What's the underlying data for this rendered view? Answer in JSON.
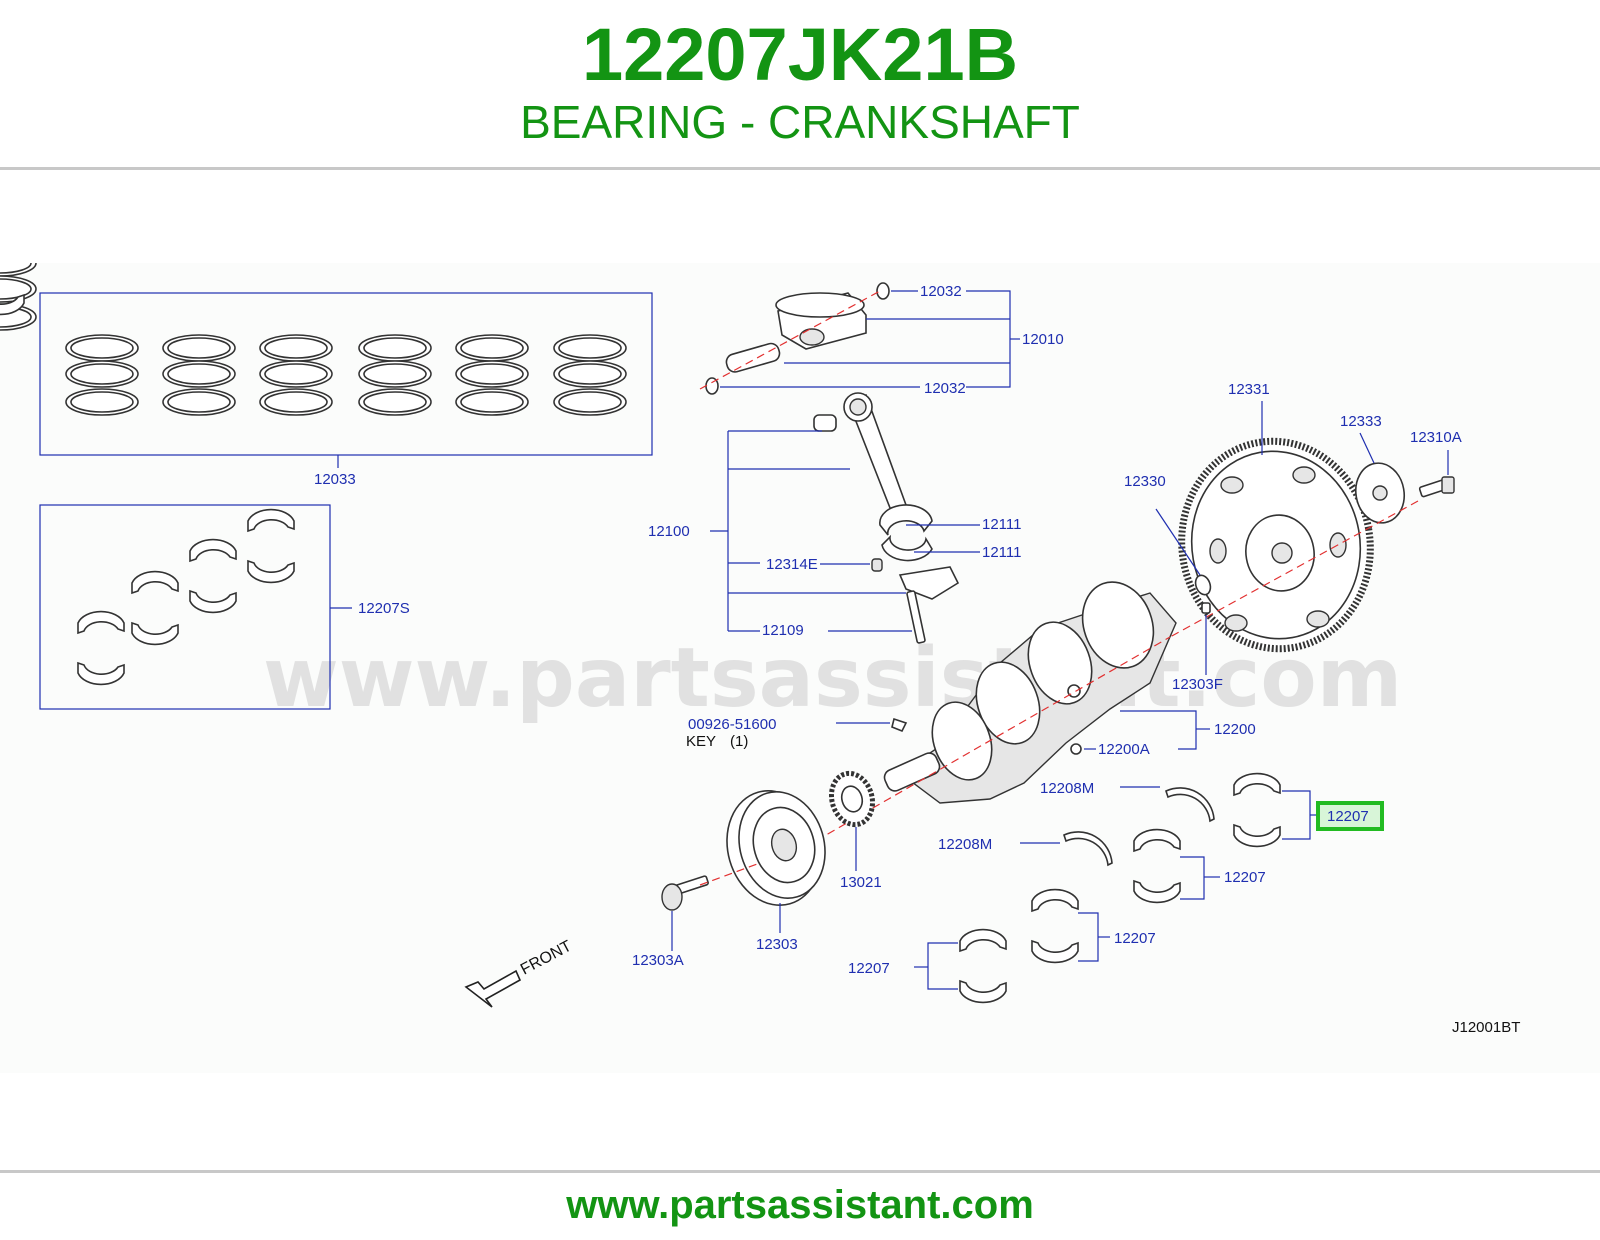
{
  "header": {
    "part_number": "12207JK21B",
    "part_name": "BEARING - CRANKSHAFT"
  },
  "diagram": {
    "watermark": "www.partsassistant.com",
    "figure_code": "J12001BT",
    "front_label": "FRONT",
    "highlighted_callout": "12207",
    "highlight_color": "#22bb22",
    "accent_color": "#139413",
    "callout_color": "#1f2fb0",
    "callouts": {
      "c12032_top": "12032",
      "c12010": "12010",
      "c12032_bottom": "12032",
      "c12033": "12033",
      "c12331": "12331",
      "c12333": "12333",
      "c12310A": "12310A",
      "c12330": "12330",
      "c12100": "12100",
      "c12111_a": "12111",
      "c12111_b": "12111",
      "c12314E": "12314E",
      "c12109": "12109",
      "c12207S": "12207S",
      "c12303F": "12303F",
      "c12200": "12200",
      "c12200A": "12200A",
      "c00926": "00926-51600",
      "key_label": "KEY",
      "key_qty": "(1)",
      "c12208M_a": "12208M",
      "c12208M_b": "12208M",
      "c12207_b": "12207",
      "c12207_c": "12207",
      "c12207_d": "12207",
      "c13021": "13021",
      "c12303": "12303",
      "c12303A": "12303A"
    }
  },
  "footer": {
    "url": "www.partsassistant.com"
  }
}
